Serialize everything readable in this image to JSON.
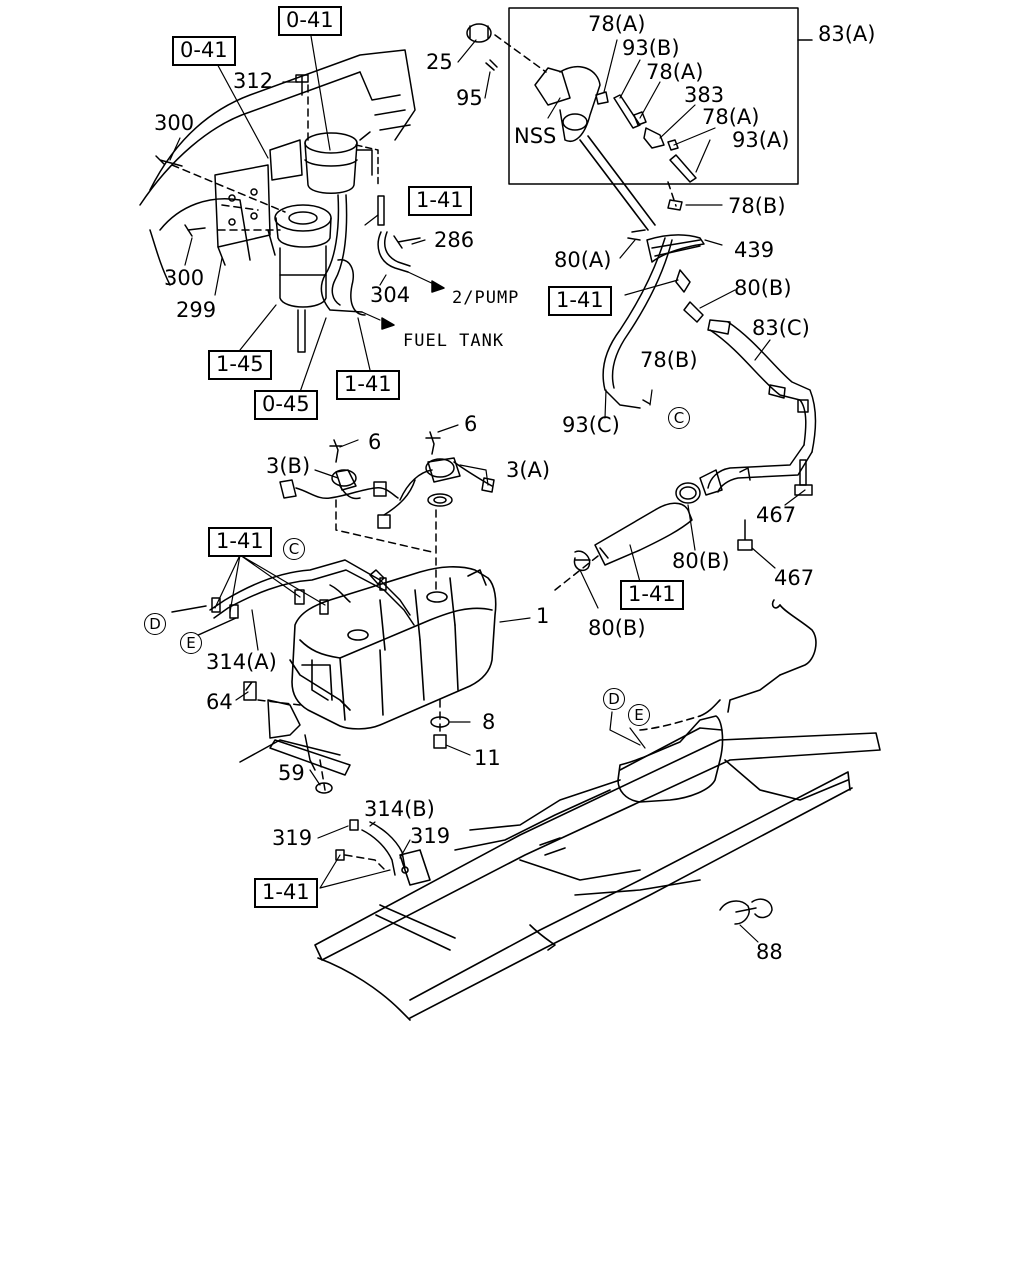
{
  "callouts": {
    "p0_41_top": "0-41",
    "p0_41_left": "0-41",
    "p312": "312",
    "p300_a": "300",
    "p300_b": "300",
    "p299": "299",
    "p1_41_filter": "1-41",
    "p286": "286",
    "p304": "304",
    "to_pump": "2/PUMP",
    "fuel_tank": "FUEL TANK",
    "p1_45": "1-45",
    "p1_41_tank_line": "1-41",
    "p0_45": "0-45",
    "p25": "25",
    "p95": "95",
    "nss": "NSS",
    "p78a_1": "78(A)",
    "p93b": "93(B)",
    "p78a_2": "78(A)",
    "p383": "383",
    "p78a_3": "78(A)",
    "p93a": "93(A)",
    "p83a": "83(A)",
    "p78b_1": "78(B)",
    "p439": "439",
    "p80a": "80(A)",
    "p1_41_neck": "1-41",
    "p80b_1": "80(B)",
    "p83c": "83(C)",
    "p78b_2": "78(B)",
    "p93c": "93(C)",
    "p6_a": "6",
    "p6_b": "6",
    "p3b": "3(B)",
    "p3a": "3(A)",
    "p467_a": "467",
    "p80b_2": "80(B)",
    "p467_b": "467",
    "p1_41_hose": "1-41",
    "p80b_3": "80(B)",
    "p1_41_tank": "1-41",
    "p314a": "314(A)",
    "p1": "1",
    "p64": "64",
    "p8": "8",
    "p11": "11",
    "p59": "59",
    "p314b": "314(B)",
    "p319_a": "319",
    "p319_b": "319",
    "p1_41_frame": "1-41",
    "p88": "88"
  },
  "refs": {
    "c": "C",
    "d": "D",
    "e": "E"
  }
}
